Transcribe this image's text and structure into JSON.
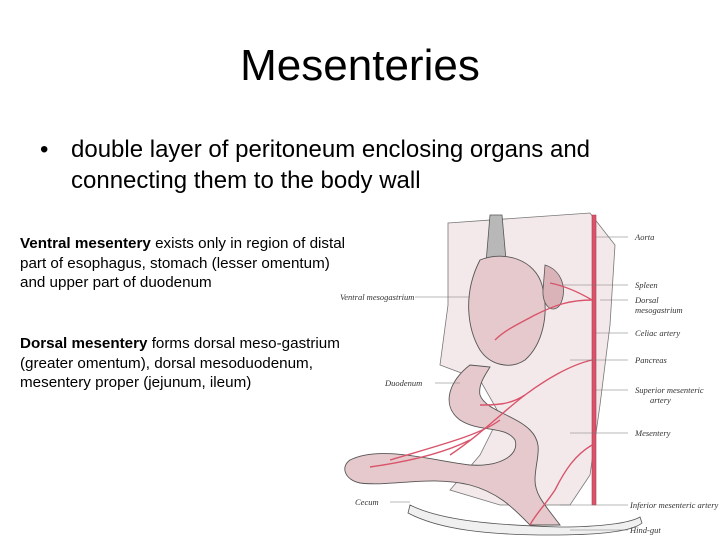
{
  "slide": {
    "title": "Mesenteries",
    "bullet": "double layer of peritoneum enclosing organs and connecting them to the body wall",
    "paragraphs": [
      {
        "term": "Ventral mesentery",
        "text": " exists only in region of distal part of esophagus, stomach (lesser omentum) and upper part of duodenum"
      },
      {
        "term": "Dorsal mesentery",
        "text": " forms dorsal meso-gastrium (greater omentum), dorsal mesoduodenum, mesentery proper (jejunum, ileum)"
      }
    ]
  },
  "figure": {
    "labels": {
      "aorta": "Aorta",
      "spleen": "Spleen",
      "dorsal_mesogastrium_1": "Dorsal",
      "dorsal_mesogastrium_2": "mesogastrium",
      "coeliac": "Celiac artery",
      "pancreas": "Pancreas",
      "sma_1": "Superior mesenteric",
      "sma_2": "artery",
      "mesentery": "Mesentery",
      "ima": "Inferior mesenteric artery",
      "hindgut": "Hind-gut",
      "ventral_mesogastrium": "Ventral mesogastrium",
      "duodenum": "Duodenum",
      "cecum": "Cecum"
    },
    "colors": {
      "artery": "#d9546b",
      "organ": "#e6c9cc",
      "outline": "#555555"
    }
  }
}
